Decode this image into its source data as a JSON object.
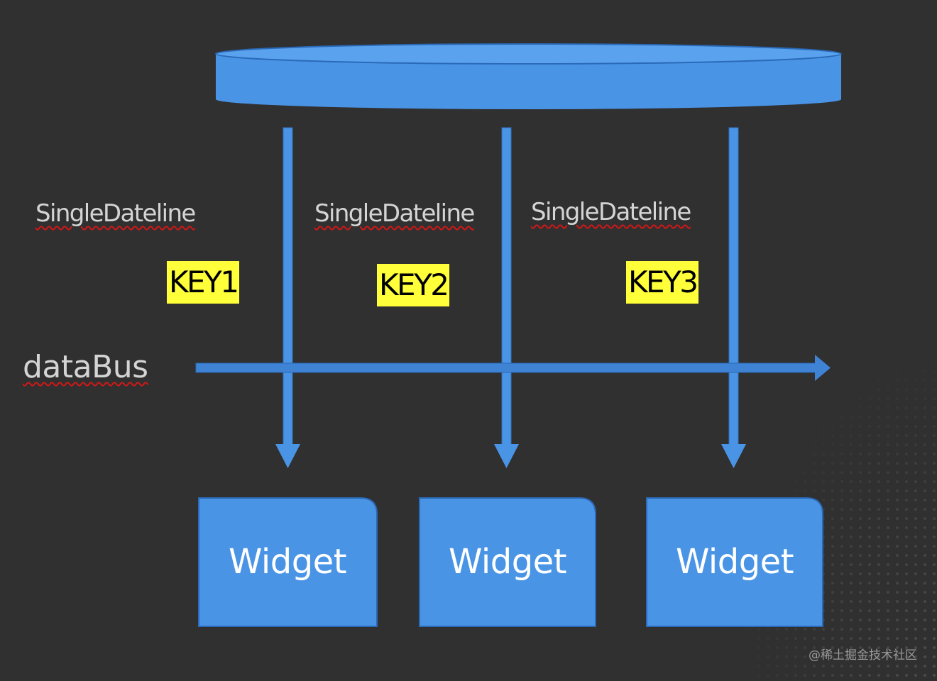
{
  "colors": {
    "background": "#303030",
    "primary_blue": "#4a94e6",
    "dark_blue": "#2a6ab8",
    "key_highlight": "#ffff3a",
    "label_text": "#d4d4d4"
  },
  "single_dateline_labels": [
    "SingleDateline",
    "SingleDateline",
    "SingleDateline"
  ],
  "keys": [
    "KEY1",
    "KEY2",
    "KEY3"
  ],
  "databus_label": "dataBus",
  "widgets": [
    "Widget",
    "Widget",
    "Widget"
  ],
  "watermark": "@稀土掘金技术社区"
}
